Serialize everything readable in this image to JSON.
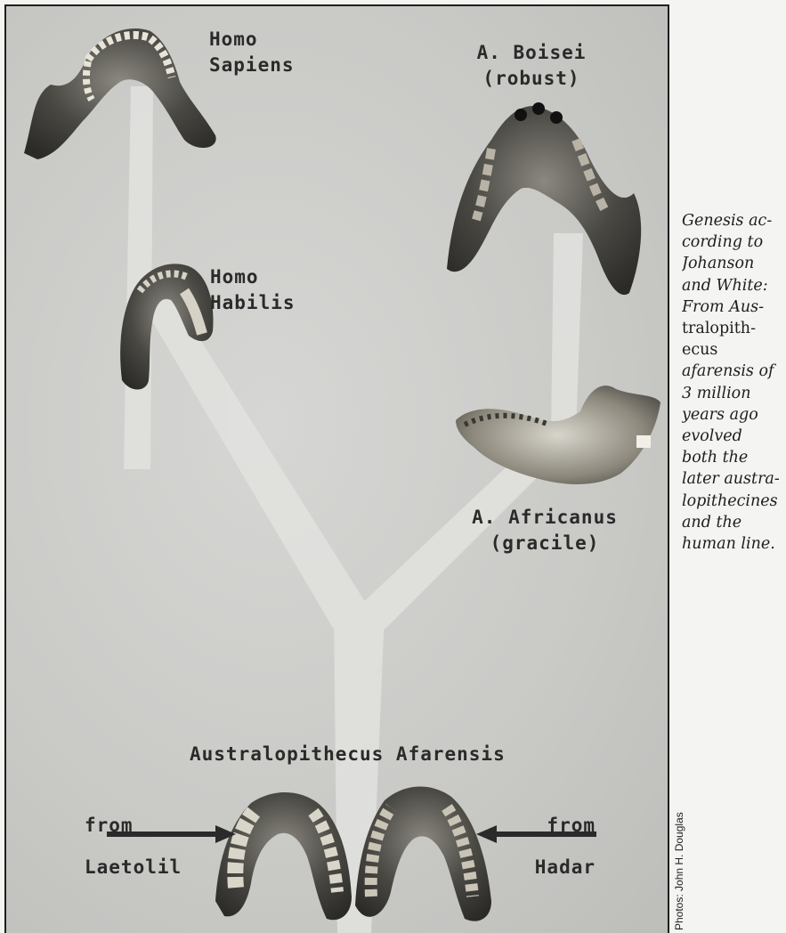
{
  "specimens": {
    "homo_sapiens": [
      "Homo",
      "Sapiens"
    ],
    "boisei": [
      "A. Boisei",
      "(robust)"
    ],
    "homo_habilis": [
      "Homo",
      "Habilis"
    ],
    "africanus": [
      "A. Africanus",
      "(gracile)"
    ],
    "afarensis": "Australopithecus Afarensis",
    "laetolil": [
      "from",
      "Laetolil"
    ],
    "hadar": [
      "from",
      "Hadar"
    ]
  },
  "caption": {
    "lines": [
      "Genesis ac-",
      "cording to",
      "Johanson",
      "and White:",
      "From Aus-",
      "tralopith-",
      "ecus",
      "afarensis of",
      "3 million",
      "years ago",
      "evolved",
      "both the",
      "later austra-",
      "lopithecines",
      "and the",
      "human line."
    ]
  },
  "credit": "Photos: John H. Douglas",
  "colors": {
    "background": "#c9c9c6",
    "fossil_dark": "#3a3a36",
    "tree_band": "#e4e4e2",
    "text": "#2a2a2a"
  }
}
